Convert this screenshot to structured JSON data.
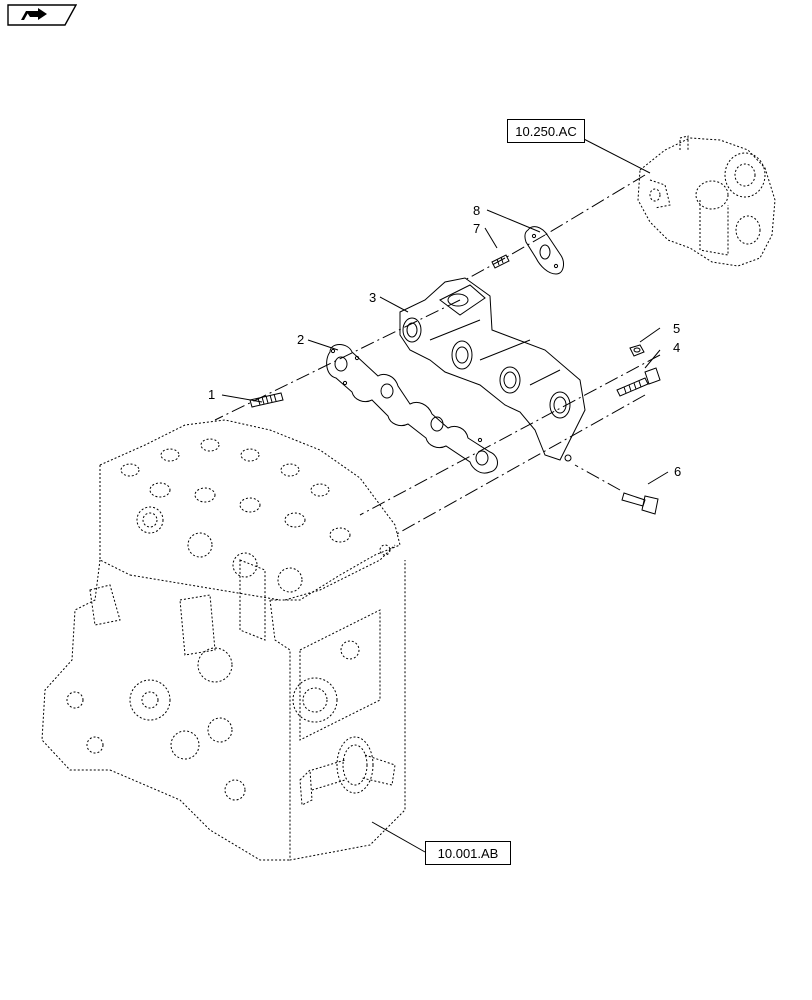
{
  "nav": {
    "icon": "next-page-arrow-icon"
  },
  "references": {
    "turbo_ref": "10.250.AC",
    "engine_ref": "10.001.AB"
  },
  "callouts": [
    "1",
    "2",
    "3",
    "4",
    "5",
    "6",
    "7",
    "8"
  ],
  "parts": {
    "stud": "stud",
    "gasket": "gasket",
    "manifold": "manifold",
    "bolt": "bolt",
    "washer": "washer",
    "bolt_lower": "bolt",
    "turbo_stud": "stud",
    "turbo_gasket": "gasket",
    "turbocharger": "turbocharger",
    "engine_block": "engine block"
  }
}
